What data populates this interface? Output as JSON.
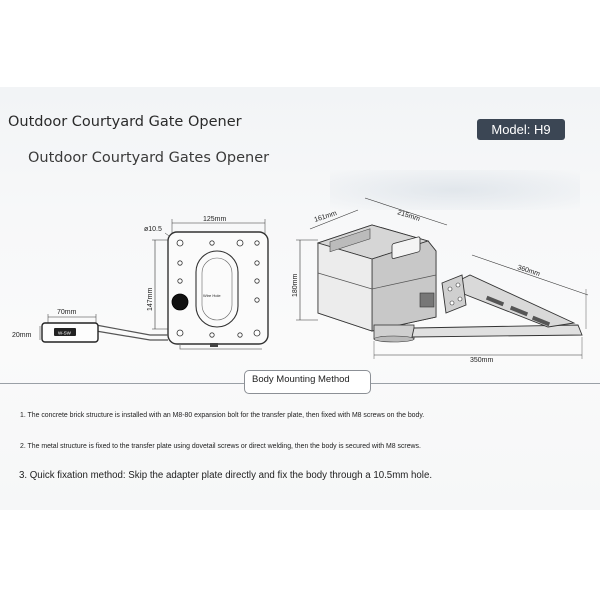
{
  "header": {
    "title": "Outdoor Courtyard Gate Opener",
    "subtitle": "Outdoor Courtyard Gates Opener",
    "model_badge": "Model: H9"
  },
  "diagram": {
    "dims": {
      "top_width": "125mm",
      "hole": "ø10.5",
      "plate_height": "147mm",
      "switch_width": "70mm",
      "switch_height": "20mm",
      "side_width": "161mm",
      "body_length": "215mm",
      "body_height": "180mm",
      "arm_length": "360mm",
      "base_length": "350mm"
    },
    "labels": {
      "wire_hole": "Wire Hole",
      "switch_text": "W-SW"
    }
  },
  "mounting": {
    "title": "Body Mounting Method",
    "notes": [
      "1. The concrete brick structure is installed with an M8-80 expansion bolt for the transfer plate, then fixed with M8 screws on the body.",
      "2. The metal structure is fixed to the transfer plate using dovetail screws or direct welding, then the body is secured with M8 screws.",
      "3. Quick fixation method: Skip the adapter plate directly and fix the body through a 10.5mm hole."
    ]
  }
}
